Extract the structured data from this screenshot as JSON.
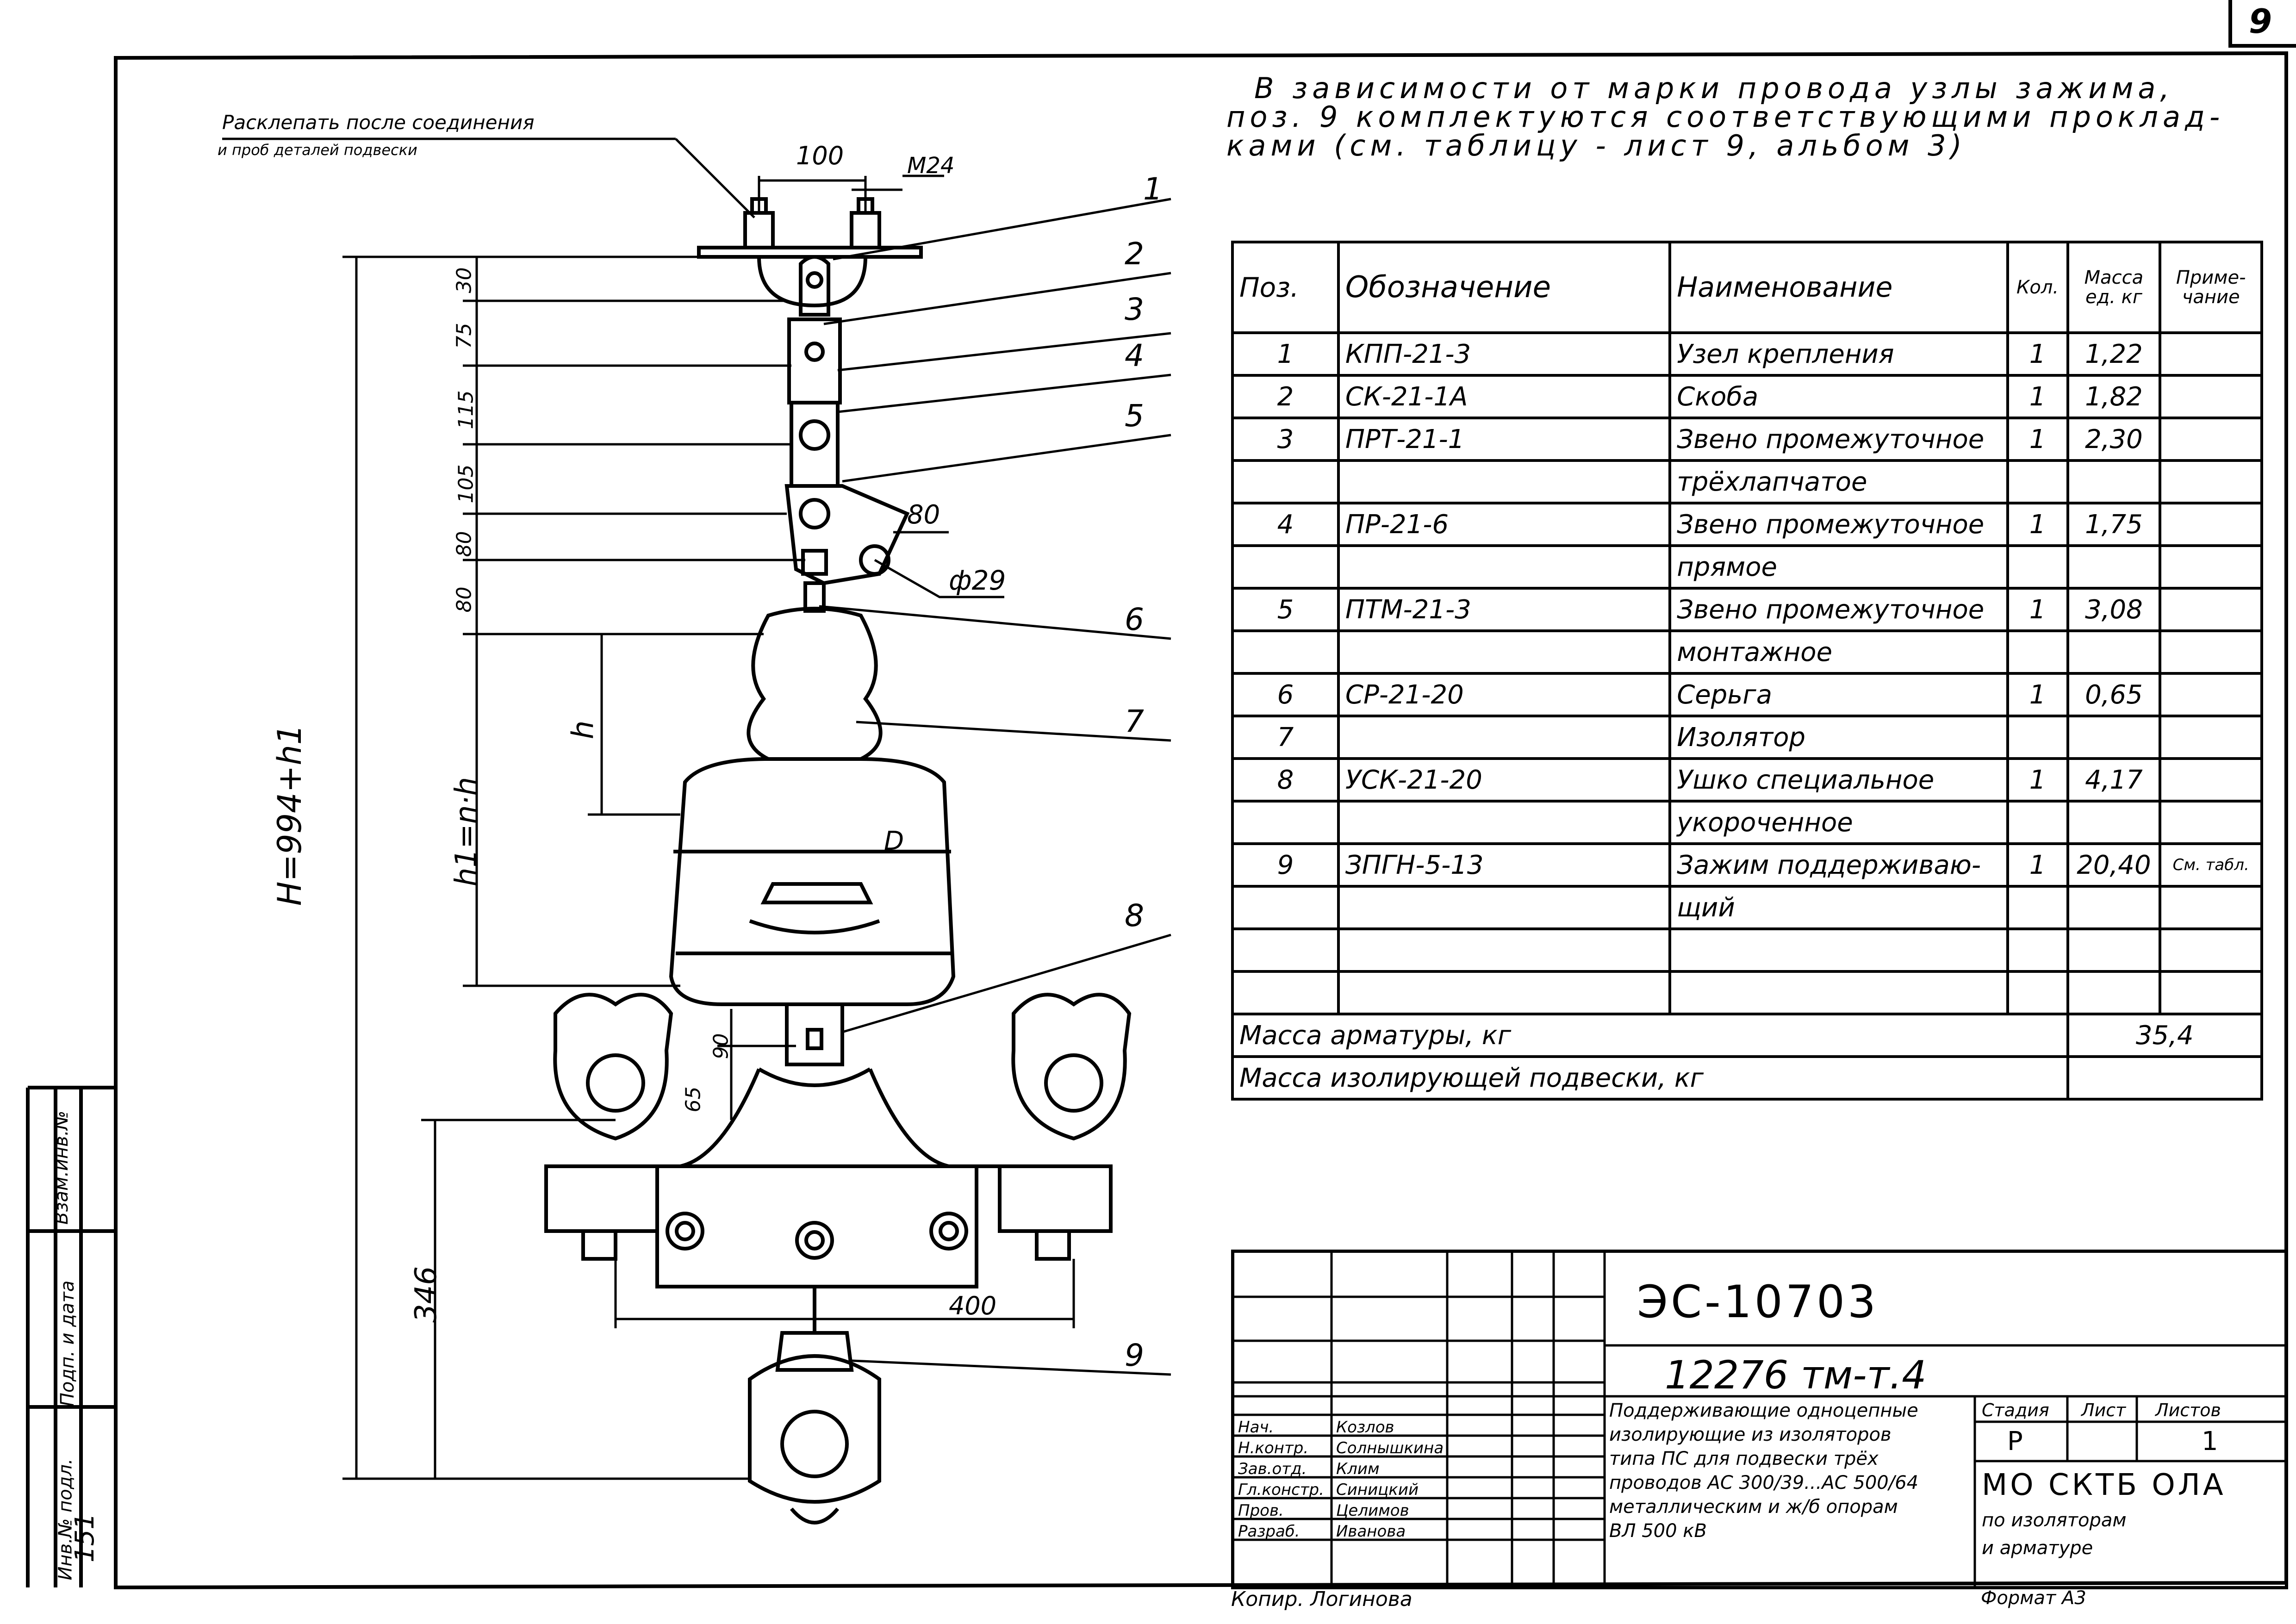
{
  "sheet_number": "9",
  "note": {
    "line1": "В зависимости от марки провода узлы зажима,",
    "line2": "поз. 9 комплектуются соответствующими проклад-",
    "line3": "ками (см. таблицу - лист 9, альбом 3)"
  },
  "drawing": {
    "callout_top_line1": "Расклепать после соединения",
    "callout_top_line2": "и проб деталей подвески",
    "dim_100": "100",
    "dim_m24": "M24",
    "dim_80": "80",
    "dim_phi29": "ф29",
    "dim_H": "H=994+h1",
    "dim_h": "h",
    "dim_h1": "h1=n·h",
    "dim_D": "D",
    "dim_346": "346",
    "dim_400": "400",
    "dim_65": "65",
    "dim_90": "90",
    "vert_dims": [
      "30",
      "75",
      "115",
      "105",
      "80",
      "80"
    ],
    "position_labels": [
      "1",
      "2",
      "3",
      "4",
      "5",
      "6",
      "7",
      "8",
      "9"
    ]
  },
  "spec_table": {
    "headers": {
      "pos": "Поз.",
      "designation": "Обозначение",
      "name": "Наименование",
      "qty": "Кол.",
      "mass": "Масса ед. кг",
      "note": "Приме- чание"
    },
    "rows": [
      {
        "pos": "1",
        "designation": "КПП-21-3",
        "name": "Узел крепления",
        "qty": "1",
        "mass": "1,22",
        "note": ""
      },
      {
        "pos": "2",
        "designation": "СК-21-1А",
        "name": "Скоба",
        "qty": "1",
        "mass": "1,82",
        "note": ""
      },
      {
        "pos": "3",
        "designation": "ПРТ-21-1",
        "name": "Звено промежуточное",
        "qty": "1",
        "mass": "2,30",
        "note": ""
      },
      {
        "pos": "",
        "designation": "",
        "name": "трёхлапчатое",
        "qty": "",
        "mass": "",
        "note": ""
      },
      {
        "pos": "4",
        "designation": "ПР-21-6",
        "name": "Звено промежуточное",
        "qty": "1",
        "mass": "1,75",
        "note": ""
      },
      {
        "pos": "",
        "designation": "",
        "name": "прямое",
        "qty": "",
        "mass": "",
        "note": ""
      },
      {
        "pos": "5",
        "designation": "ПТМ-21-3",
        "name": "Звено промежуточное",
        "qty": "1",
        "mass": "3,08",
        "note": ""
      },
      {
        "pos": "",
        "designation": "",
        "name": "монтажное",
        "qty": "",
        "mass": "",
        "note": ""
      },
      {
        "pos": "6",
        "designation": "СР-21-20",
        "name": "Серьга",
        "qty": "1",
        "mass": "0,65",
        "note": ""
      },
      {
        "pos": "7",
        "designation": "",
        "name": "Изолятор",
        "qty": "",
        "mass": "",
        "note": ""
      },
      {
        "pos": "8",
        "designation": "УСК-21-20",
        "name": "Ушко специальное",
        "qty": "1",
        "mass": "4,17",
        "note": ""
      },
      {
        "pos": "",
        "designation": "",
        "name": "укороченное",
        "qty": "",
        "mass": "",
        "note": ""
      },
      {
        "pos": "9",
        "designation": "ЗПГН-5-13",
        "name": "Зажим поддерживаю-",
        "qty": "1",
        "mass": "20,40",
        "note": "См. табл."
      },
      {
        "pos": "",
        "designation": "",
        "name": "щий",
        "qty": "",
        "mass": "",
        "note": ""
      },
      {
        "pos": "",
        "designation": "",
        "name": "",
        "qty": "",
        "mass": "",
        "note": ""
      },
      {
        "pos": "",
        "designation": "",
        "name": "",
        "qty": "",
        "mass": "",
        "note": ""
      }
    ],
    "mass_fittings_label": "Масса арматуры, кг",
    "mass_fittings_value": "35,4",
    "mass_suspension_label": "Масса изолирующей подвески, кг",
    "mass_suspension_value": ""
  },
  "title_block": {
    "doc_code": "ЭС-10703",
    "doc_sub": "12276 тм-т.4",
    "description": [
      "Поддерживающие одноцепные",
      "изолирующие из изоляторов",
      "типа ПС для подвески трёх",
      "проводов АС 300/39...АС 500/64",
      "металлическим и ж/б опорам",
      "ВЛ 500 кВ"
    ],
    "stage_label": "Стадия",
    "sheet_label": "Лист",
    "sheets_label": "Листов",
    "stage_value": "Р",
    "sheets_value": "1",
    "org": "МО СКТБ ОЛА",
    "org_sub1": "по изоляторам",
    "org_sub2": "и арматуре",
    "signature_rows": [
      {
        "role": "Нач.",
        "name": "Козлов"
      },
      {
        "role": "Н.контр.",
        "name": "Солнышкина"
      },
      {
        "role": "Зав.отд.",
        "name": "Клим"
      },
      {
        "role": "Гл.констр.",
        "name": "Синицкий"
      },
      {
        "role": "Пров.",
        "name": "Целимов"
      },
      {
        "role": "Разраб.",
        "name": "Иванова"
      }
    ],
    "copied": "Копир. Логинова",
    "format": "Формат А3"
  },
  "side_stamp": {
    "inv_no_label": "Инв.№ подл.",
    "sign_label": "Подп. и дата",
    "replace_label": "Взам.инв.№",
    "inv_no_value": "151"
  }
}
